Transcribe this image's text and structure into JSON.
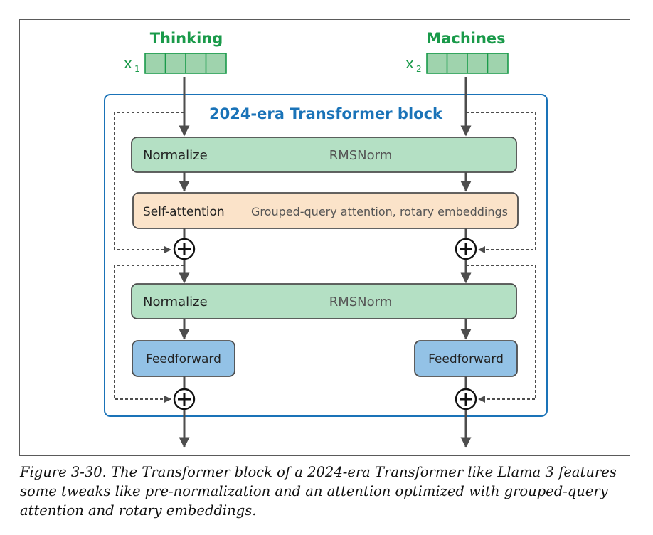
{
  "diagram": {
    "tokens": [
      {
        "word": "Thinking",
        "var": "x",
        "sub": "1"
      },
      {
        "word": "Machines",
        "var": "x",
        "sub": "2"
      }
    ],
    "block_title": "2024-era Transformer block",
    "norm1": {
      "label": "Normalize",
      "detail": "RMSNorm"
    },
    "attention": {
      "label": "Self-attention",
      "detail": "Grouped-query attention, rotary embeddings"
    },
    "norm2": {
      "label": "Normalize",
      "detail": "RMSNorm"
    },
    "feedforward_label": "Feedforward",
    "colors": {
      "token_green": "#1a9a4a",
      "token_fill": "#9fd3ad",
      "block_blue": "#1a73b8",
      "norm_fill": "#b4e0c4",
      "attn_fill": "#fbe3c9",
      "ff_fill": "#93c2e6",
      "arrow": "#4d4d4d"
    }
  },
  "caption": "Figure 3-30. The Transformer block of a 2024-era Transformer like Llama 3 features some tweaks like pre-normalization and an attention optimized with grouped-query attention and rotary embeddings."
}
